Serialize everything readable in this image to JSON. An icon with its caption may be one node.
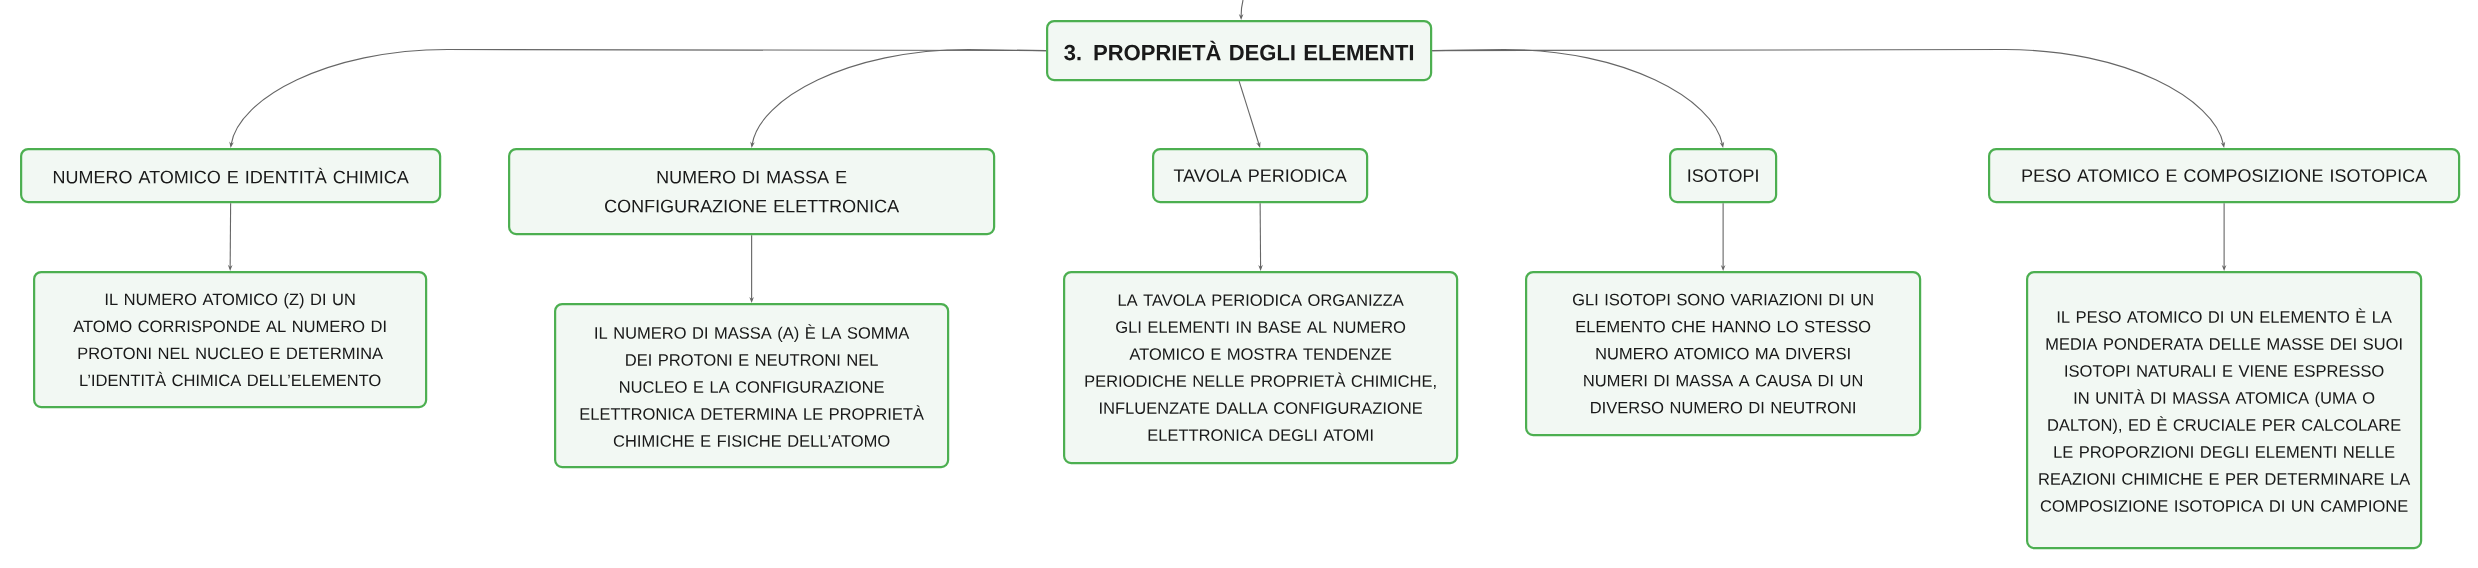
{
  "diagram": {
    "nodes": [
      {
        "text": [
          "3. PROPRIETÀ DEGLI ELEMENTI"
        ]
      },
      {
        "text": [
          "NUMERO ATOMICO E IDENTITÀ CHIMICA"
        ]
      },
      {
        "text": [
          "NUMERO DI MASSA E CONFIGURAZIONE ELETTRONICA"
        ]
      },
      {
        "text": [
          "TAVOLA PERIODICA"
        ]
      },
      {
        "text": [
          "ISOTOPI"
        ]
      },
      {
        "text": [
          "PESO ATOMICO E COMPOSIZIONE ISOTOPICA"
        ]
      },
      {
        "text": [
          "IL NUMERO ATOMICO (Z) DI UN ATOMO CORRISPONDE AL NUMERO DI PROTONI NEL NUCLEO E DETERMINA L’IDENTITÀ CHIMICA DELL’ELEMENTO"
        ]
      },
      {
        "text": [
          "IL NUMERO DI MASSA (A) È LA SOMMA DEI PROTONI E NEUTRONI NEL NUCLEO E LA CONFIGURAZIONE ELETTRONICA DETERMINA LE PROPRIETÀ CHIMICHE E FISICHE DELL’ATOMO"
        ]
      },
      {
        "text": [
          "LA TAVOLA PERIODICA ORGANIZZA GLI ELEMENTI IN BASE AL NUMERO ATOMICO E MOSTRA TENDENZE PERIODICHE NELLE PROPRIETÀ CHIMICHE, INFLUENZATE DALLA CONFIGURAZIONE ELETTRONICA DEGLI ATOMI"
        ]
      },
      {
        "text": [
          "GLI ISOTOPI SONO VARIAZIONI DI UN ELEMENTO CHE HANNO LO STESSO NUMERO ATOMICO MA DIVERSI NUMERI DI MASSA A CAUSA DI UN DIVERSO NUMERO DI NEUTRONI"
        ]
      },
      {
        "text": [
          "IL PESO ATOMICO DI UN ELEMENTO È LA MEDIA PONDERATA DELLE MASSE DEI SUOI ISOTOPI NATURALI E VIENE ESPRESSO IN UNITÀ DI MASSA ATOMICA (UMA O DALTON), ED È CRUCIALE PER CALCOLARE LE PROPORZIONI DEGLI ELEMENTI NELLE REAZIONI CHIMICHE E PER DETERMINARE LA COMPOSIZIONE ISOTOPICA DI UN CAMPIONE"
        ]
      }
    ],
    "edges": [
      {
        "from": null,
        "to": 0,
        "arrow": "to"
      },
      {
        "from": 0,
        "to": 1,
        "arrow": "to"
      },
      {
        "from": 0,
        "to": 2,
        "arrow": "to"
      },
      {
        "from": 0,
        "to": 3,
        "arrow": "to"
      },
      {
        "from": 0,
        "to": 4,
        "arrow": "to"
      },
      {
        "from": 0,
        "to": 5,
        "arrow": "to"
      },
      {
        "from": 1,
        "to": 6,
        "arrow": "to"
      },
      {
        "from": 2,
        "to": 7,
        "arrow": "to"
      },
      {
        "from": 3,
        "to": 8,
        "arrow": "to"
      },
      {
        "from": 4,
        "to": 9,
        "arrow": "to"
      },
      {
        "from": 5,
        "to": 10,
        "arrow": "to"
      }
    ]
  }
}
